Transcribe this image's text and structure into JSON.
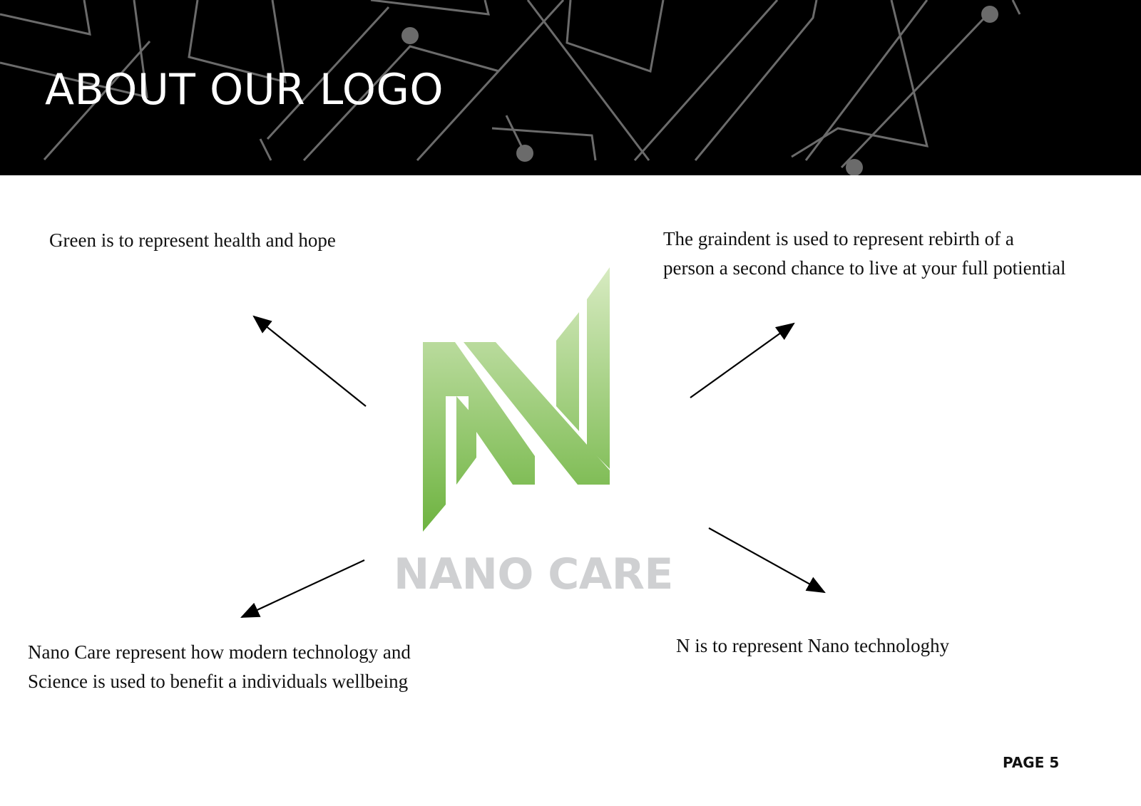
{
  "header": {
    "title": "ABOUT OUR LOGO",
    "background_color": "#000000",
    "line_color": "#6b6b6b"
  },
  "logo": {
    "mark_icon": "green-n-gradient-mark",
    "wordmark": "NANO CARE",
    "colors": {
      "gradient_top": "#d8ebc2",
      "gradient_bottom": "#6db33f",
      "wordmark": "#cfd0d2"
    }
  },
  "notes": {
    "top_left": [
      "Green is to represent health and hope"
    ],
    "top_right": [
      "The graindent is used to represent rebirth of a",
      "person a second chance to live at your full potiential"
    ],
    "bottom_left": [
      "Nano Care represent how modern technology and",
      "Science is used to benefit a individuals wellbeing"
    ],
    "bottom_right": [
      "N is to represent Nano technologhy"
    ]
  },
  "footer": {
    "page_label": "PAGE 5"
  }
}
